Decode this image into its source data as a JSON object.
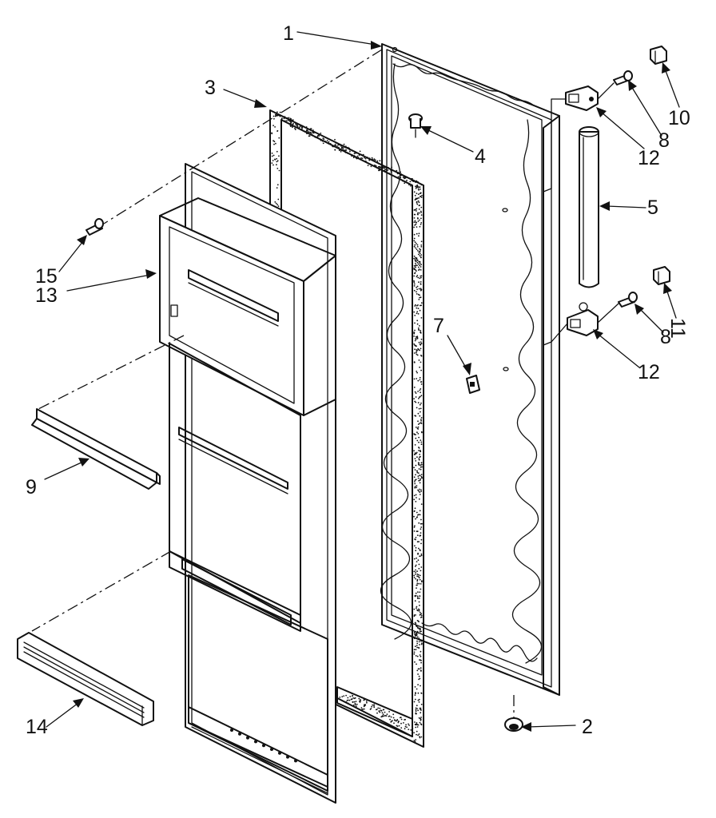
{
  "callouts": [
    {
      "id": "c1",
      "label": "1"
    },
    {
      "id": "c2",
      "label": "2"
    },
    {
      "id": "c3",
      "label": "3"
    },
    {
      "id": "c4",
      "label": "4"
    },
    {
      "id": "c5",
      "label": "5"
    },
    {
      "id": "c7",
      "label": "7"
    },
    {
      "id": "c8a",
      "label": "8"
    },
    {
      "id": "c8b",
      "label": "8"
    },
    {
      "id": "c9",
      "label": "9"
    },
    {
      "id": "c10",
      "label": "10"
    },
    {
      "id": "c11",
      "label": "11"
    },
    {
      "id": "c12a",
      "label": "12"
    },
    {
      "id": "c12b",
      "label": "12"
    },
    {
      "id": "c13",
      "label": "13"
    },
    {
      "id": "c14",
      "label": "14"
    },
    {
      "id": "c15",
      "label": "15"
    }
  ],
  "colors": {
    "ink": "#111111",
    "background": "#ffffff"
  }
}
